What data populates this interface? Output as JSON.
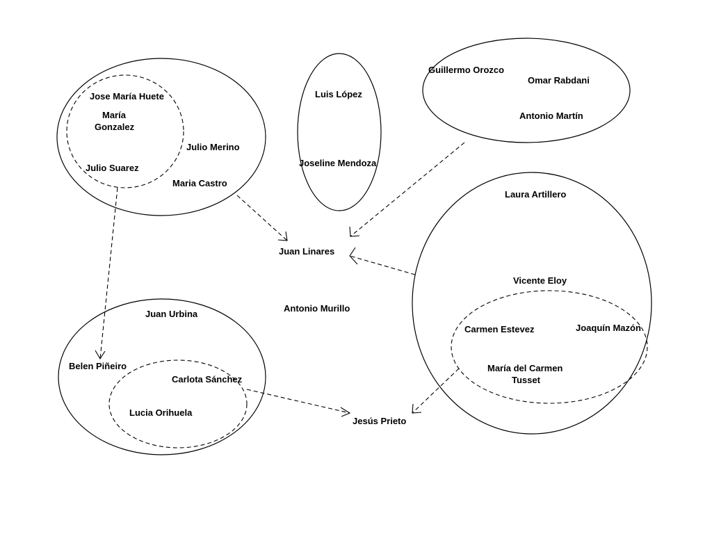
{
  "colors": {
    "stroke": "#000000",
    "background": "#ffffff"
  },
  "groups": {
    "top_left": {
      "members": [
        "Julio Merino",
        "Maria Castro"
      ],
      "subgroup": [
        "Jose María Huete",
        "María",
        "Gonzalez",
        "Julio Suarez"
      ]
    },
    "top_middle": {
      "members": [
        "Luis López",
        "Joseline Mendoza"
      ]
    },
    "top_right": {
      "members": [
        "Guillermo Orozco",
        "Omar Rabdani",
        "Antonio Martín"
      ]
    },
    "bottom_left": {
      "members": [
        "Juan Urbina",
        "Belen Piñeiro"
      ],
      "subgroup": [
        "Carlota Sánchez",
        "Lucia Orihuela"
      ]
    },
    "right": {
      "members": [
        "Laura Artillero",
        "Vicente Eloy"
      ],
      "subgroup": [
        "Carmen Estevez",
        "Joaquín Mazón",
        "María del Carmen",
        "Tusset"
      ]
    }
  },
  "free_nodes": [
    "Juan Linares",
    "Antonio Murillo",
    "Jesús Prieto"
  ]
}
